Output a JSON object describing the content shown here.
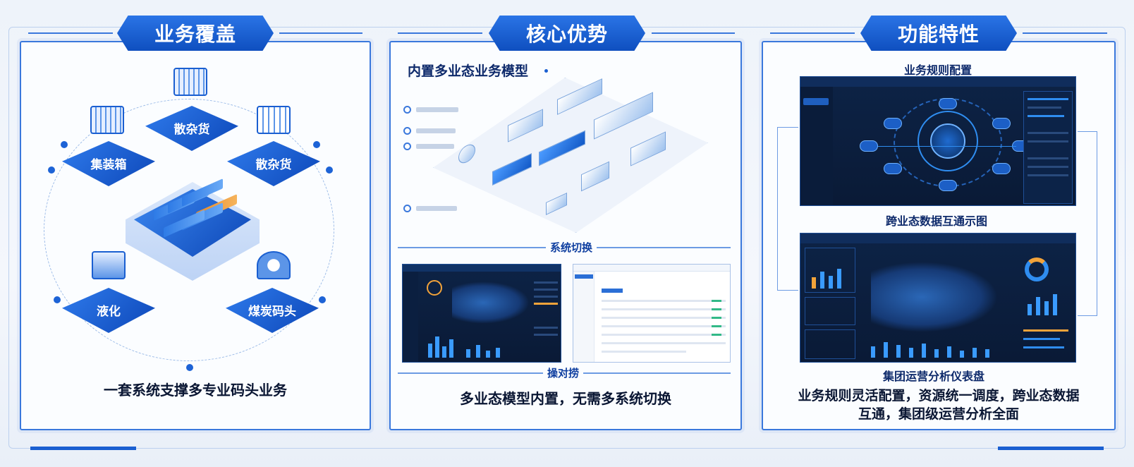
{
  "panels": {
    "coverage": {
      "title": "业务覆盖",
      "nodes": {
        "bulk_top": "散杂货",
        "container": "集装箱",
        "bulk_right": "散杂货",
        "liquid": "液化",
        "coal": "煤炭码头"
      },
      "caption": "一套系统支撑多专业码头业务"
    },
    "advantage": {
      "title": "核心优势",
      "model_title": "内置多业态业务模型",
      "switch_label": "系统切换",
      "switch_bottom_label": "操对捞",
      "caption": "多业态模型内置，无需多系统切换"
    },
    "features": {
      "title": "功能特性",
      "rules_title": "业务规则配置",
      "interop_title": "跨业态数据互通示图",
      "dashboard_title": "集团运营分析仪表盘",
      "caption_line1": "业务规则灵活配置，资源统一调度，跨业态数据",
      "caption_line2": "互通，集团级运营分析全面"
    }
  },
  "colors": {
    "primary": "#1a5fd1",
    "accent": "#2f8df0",
    "dark_screen": "#0d2346",
    "orange": "#f2a33a"
  }
}
